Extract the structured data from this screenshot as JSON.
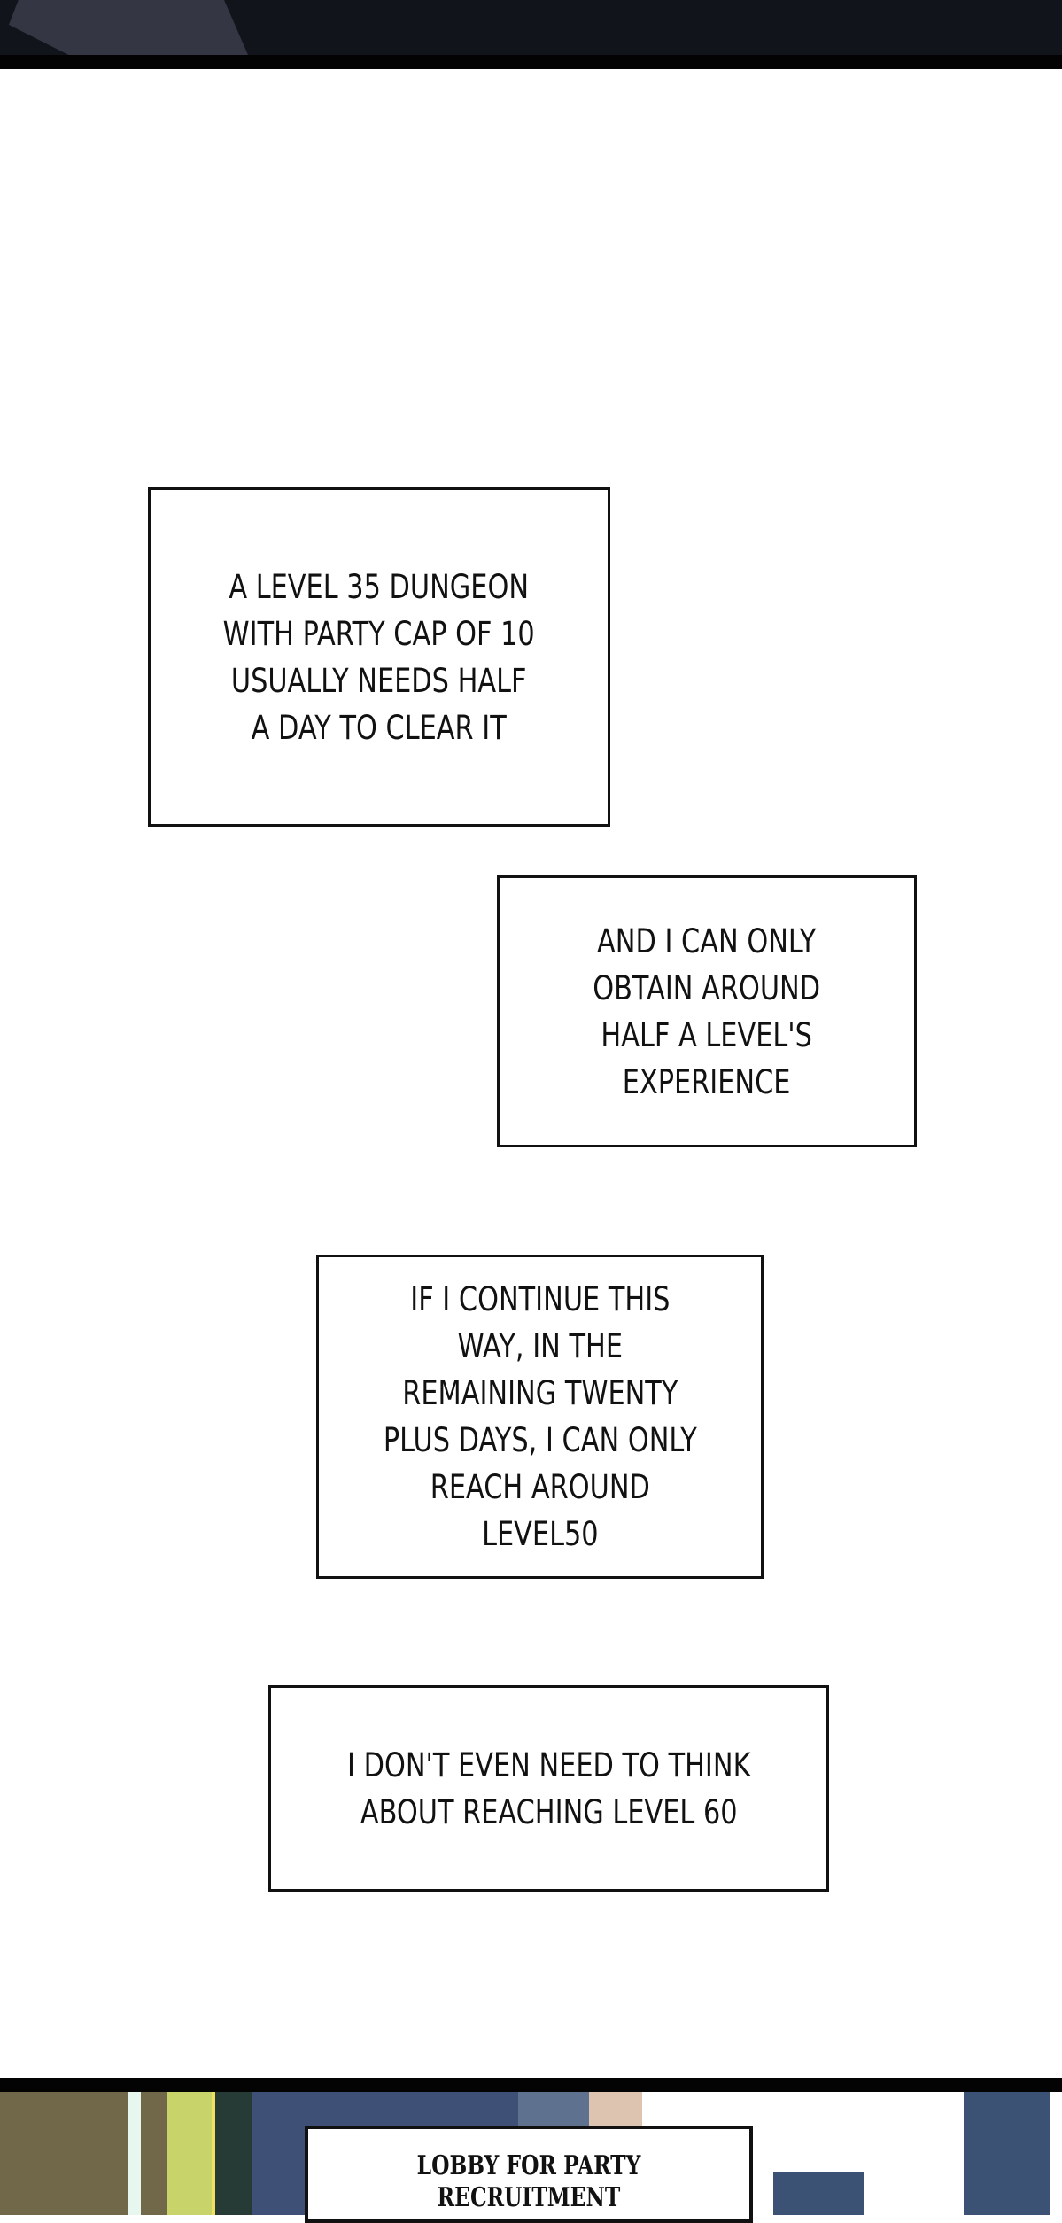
{
  "captions": [
    "A LEVEL 35 DUNGEON\nWITH PARTY CAP OF 10\nUSUALLY NEEDS HALF\nA DAY TO CLEAR IT",
    "AND I CAN ONLY\nOBTAIN AROUND\nHALF A LEVEL'S\nEXPERIENCE",
    "IF I CONTINUE THIS\nWAY, IN THE\nREMAINING TWENTY\nPLUS DAYS, I CAN ONLY\nREACH AROUND\nLEVEL50",
    "I DON'T EVEN NEED TO THINK\nABOUT REACHING LEVEL 60"
  ],
  "location_label": "LOBBY FOR PARTY\nRECRUITMENT",
  "colors": {
    "top_panel": "#12141c",
    "caption_border": "#111111",
    "wall_blue": "#3f5077",
    "olive": "#706848",
    "lime": "#c8d46a"
  }
}
